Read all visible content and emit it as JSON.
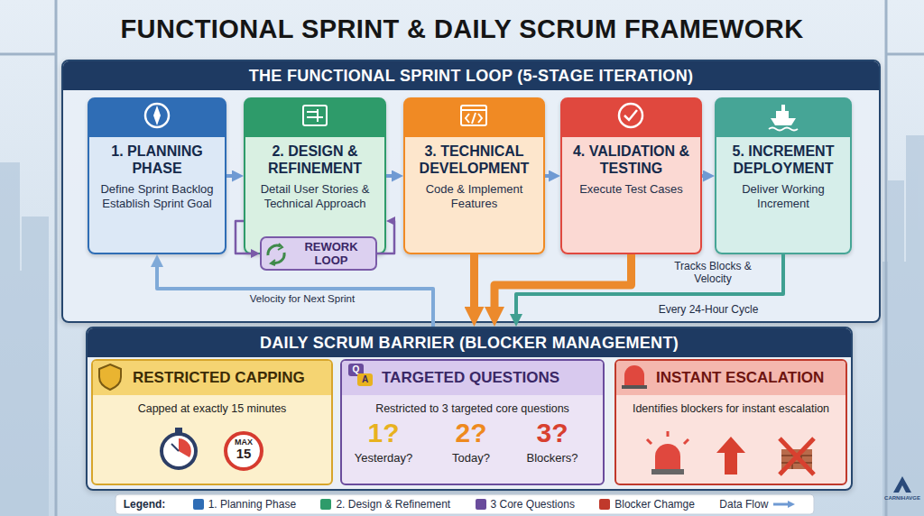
{
  "diagram": {
    "title": "FUNCTIONAL SPRINT & DAILY SCRUM FRAMEWORK",
    "nodes": [
      {
        "text": [
          "THE FUNCTIONAL SPRINT LOOP (5-STAGE ITERATION)"
        ]
      },
      {
        "text": [
          "1. PLANNING PHASE",
          "Define Sprint Backlog Establish Sprint Goal"
        ],
        "in": 0
      },
      {
        "text": [
          "2. DESIGN & REFINEMENT",
          "Detail User Stories & Technical Approach"
        ],
        "in": 0
      },
      {
        "text": [
          "REWORK LOOP"
        ],
        "in": 0
      },
      {
        "text": [
          "3. TECHNICAL DEVELOPMENT",
          "Code & Implement Features"
        ],
        "in": 0
      },
      {
        "text": [
          "4. VALIDATION & TESTING",
          "Execute Test Cases"
        ],
        "in": 0
      },
      {
        "text": [
          "5. INCREMENT DEPLOYMENT",
          "Deliver Working Increment"
        ],
        "in": 0
      },
      {
        "text": [
          "DAILY SCRUM BARRIER (BLOCKER MANAGEMENT)"
        ]
      },
      {
        "text": [
          "RESTRICTED CAPPING",
          "Capped at exactly 15 minutes"
        ],
        "in": 7
      },
      {
        "text": [
          "TARGETED QUESTIONS",
          "Restricted to 3 targeted core questions"
        ],
        "in": 7
      },
      {
        "text": [
          "INSTANT ESCALATION",
          "Identifies blockers for instant escalation"
        ],
        "in": 7
      }
    ],
    "edges": [
      {
        "from": 1,
        "to": 2,
        "arrow": "to"
      },
      {
        "from": 2,
        "to": 4,
        "arrow": "to"
      },
      {
        "from": 4,
        "to": 5,
        "arrow": "to"
      },
      {
        "from": 5,
        "to": 6,
        "arrow": "to"
      },
      {
        "from": 2,
        "to": 3,
        "arrow": "to"
      },
      {
        "from": 3,
        "to": 2,
        "arrow": "to"
      },
      {
        "from": 4,
        "to": 7,
        "arrow": "to"
      },
      {
        "from": 5,
        "to": 7,
        "arrow": "to"
      },
      {
        "from": 6,
        "to": 7,
        "label": "Tracks Blocks & Velocity",
        "arrow": "to"
      },
      {
        "from": 7,
        "to": 1,
        "label": "Velocity for Next Sprint",
        "arrow": "to"
      }
    ],
    "labels": [
      "Every 24-Hour Cycle",
      "MAX",
      "15",
      "Q",
      "A",
      "1?",
      "Yesterday?",
      "2?",
      "Today?",
      "3?",
      "Blockers?",
      "Legend:",
      "CARNIHAVGE"
    ],
    "legend": [
      {
        "text": "1. Planning Phase",
        "color": "#2f6db5"
      },
      {
        "text": "2. Design & Refinement",
        "color": "#2e9b6a"
      },
      {
        "text": "3 Core Questions",
        "color": "#6a4c9c"
      },
      {
        "text": "Blocker Chamge",
        "color": "#c0392b"
      },
      {
        "text": "Data Flow"
      }
    ]
  }
}
